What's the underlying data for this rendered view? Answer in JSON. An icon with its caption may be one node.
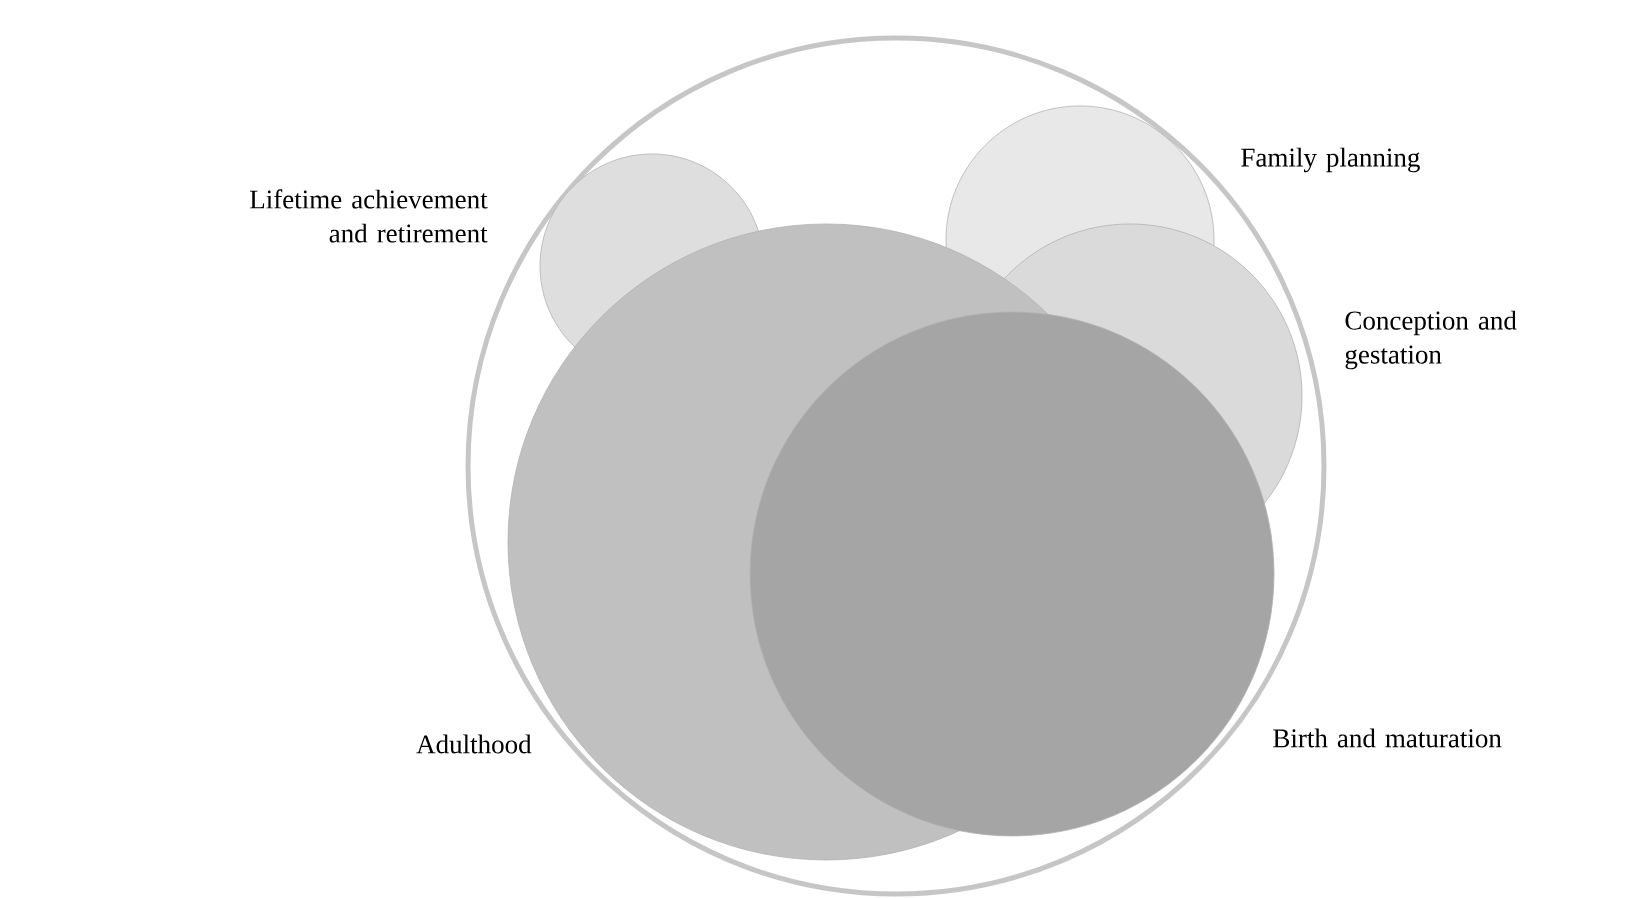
{
  "diagram": {
    "nodes": [
      {
        "text": [],
        "shape": "circle"
      },
      {
        "text": [
          "Lifetime achievement and retirement"
        ],
        "in": 0
      },
      {
        "text": [
          "Family planning"
        ],
        "in": 0
      },
      {
        "text": [
          "Conception and gestation"
        ],
        "in": 0
      },
      {
        "text": [
          "Adulthood"
        ],
        "in": 0
      },
      {
        "text": [
          "Birth and maturation"
        ],
        "in": 0
      }
    ]
  }
}
